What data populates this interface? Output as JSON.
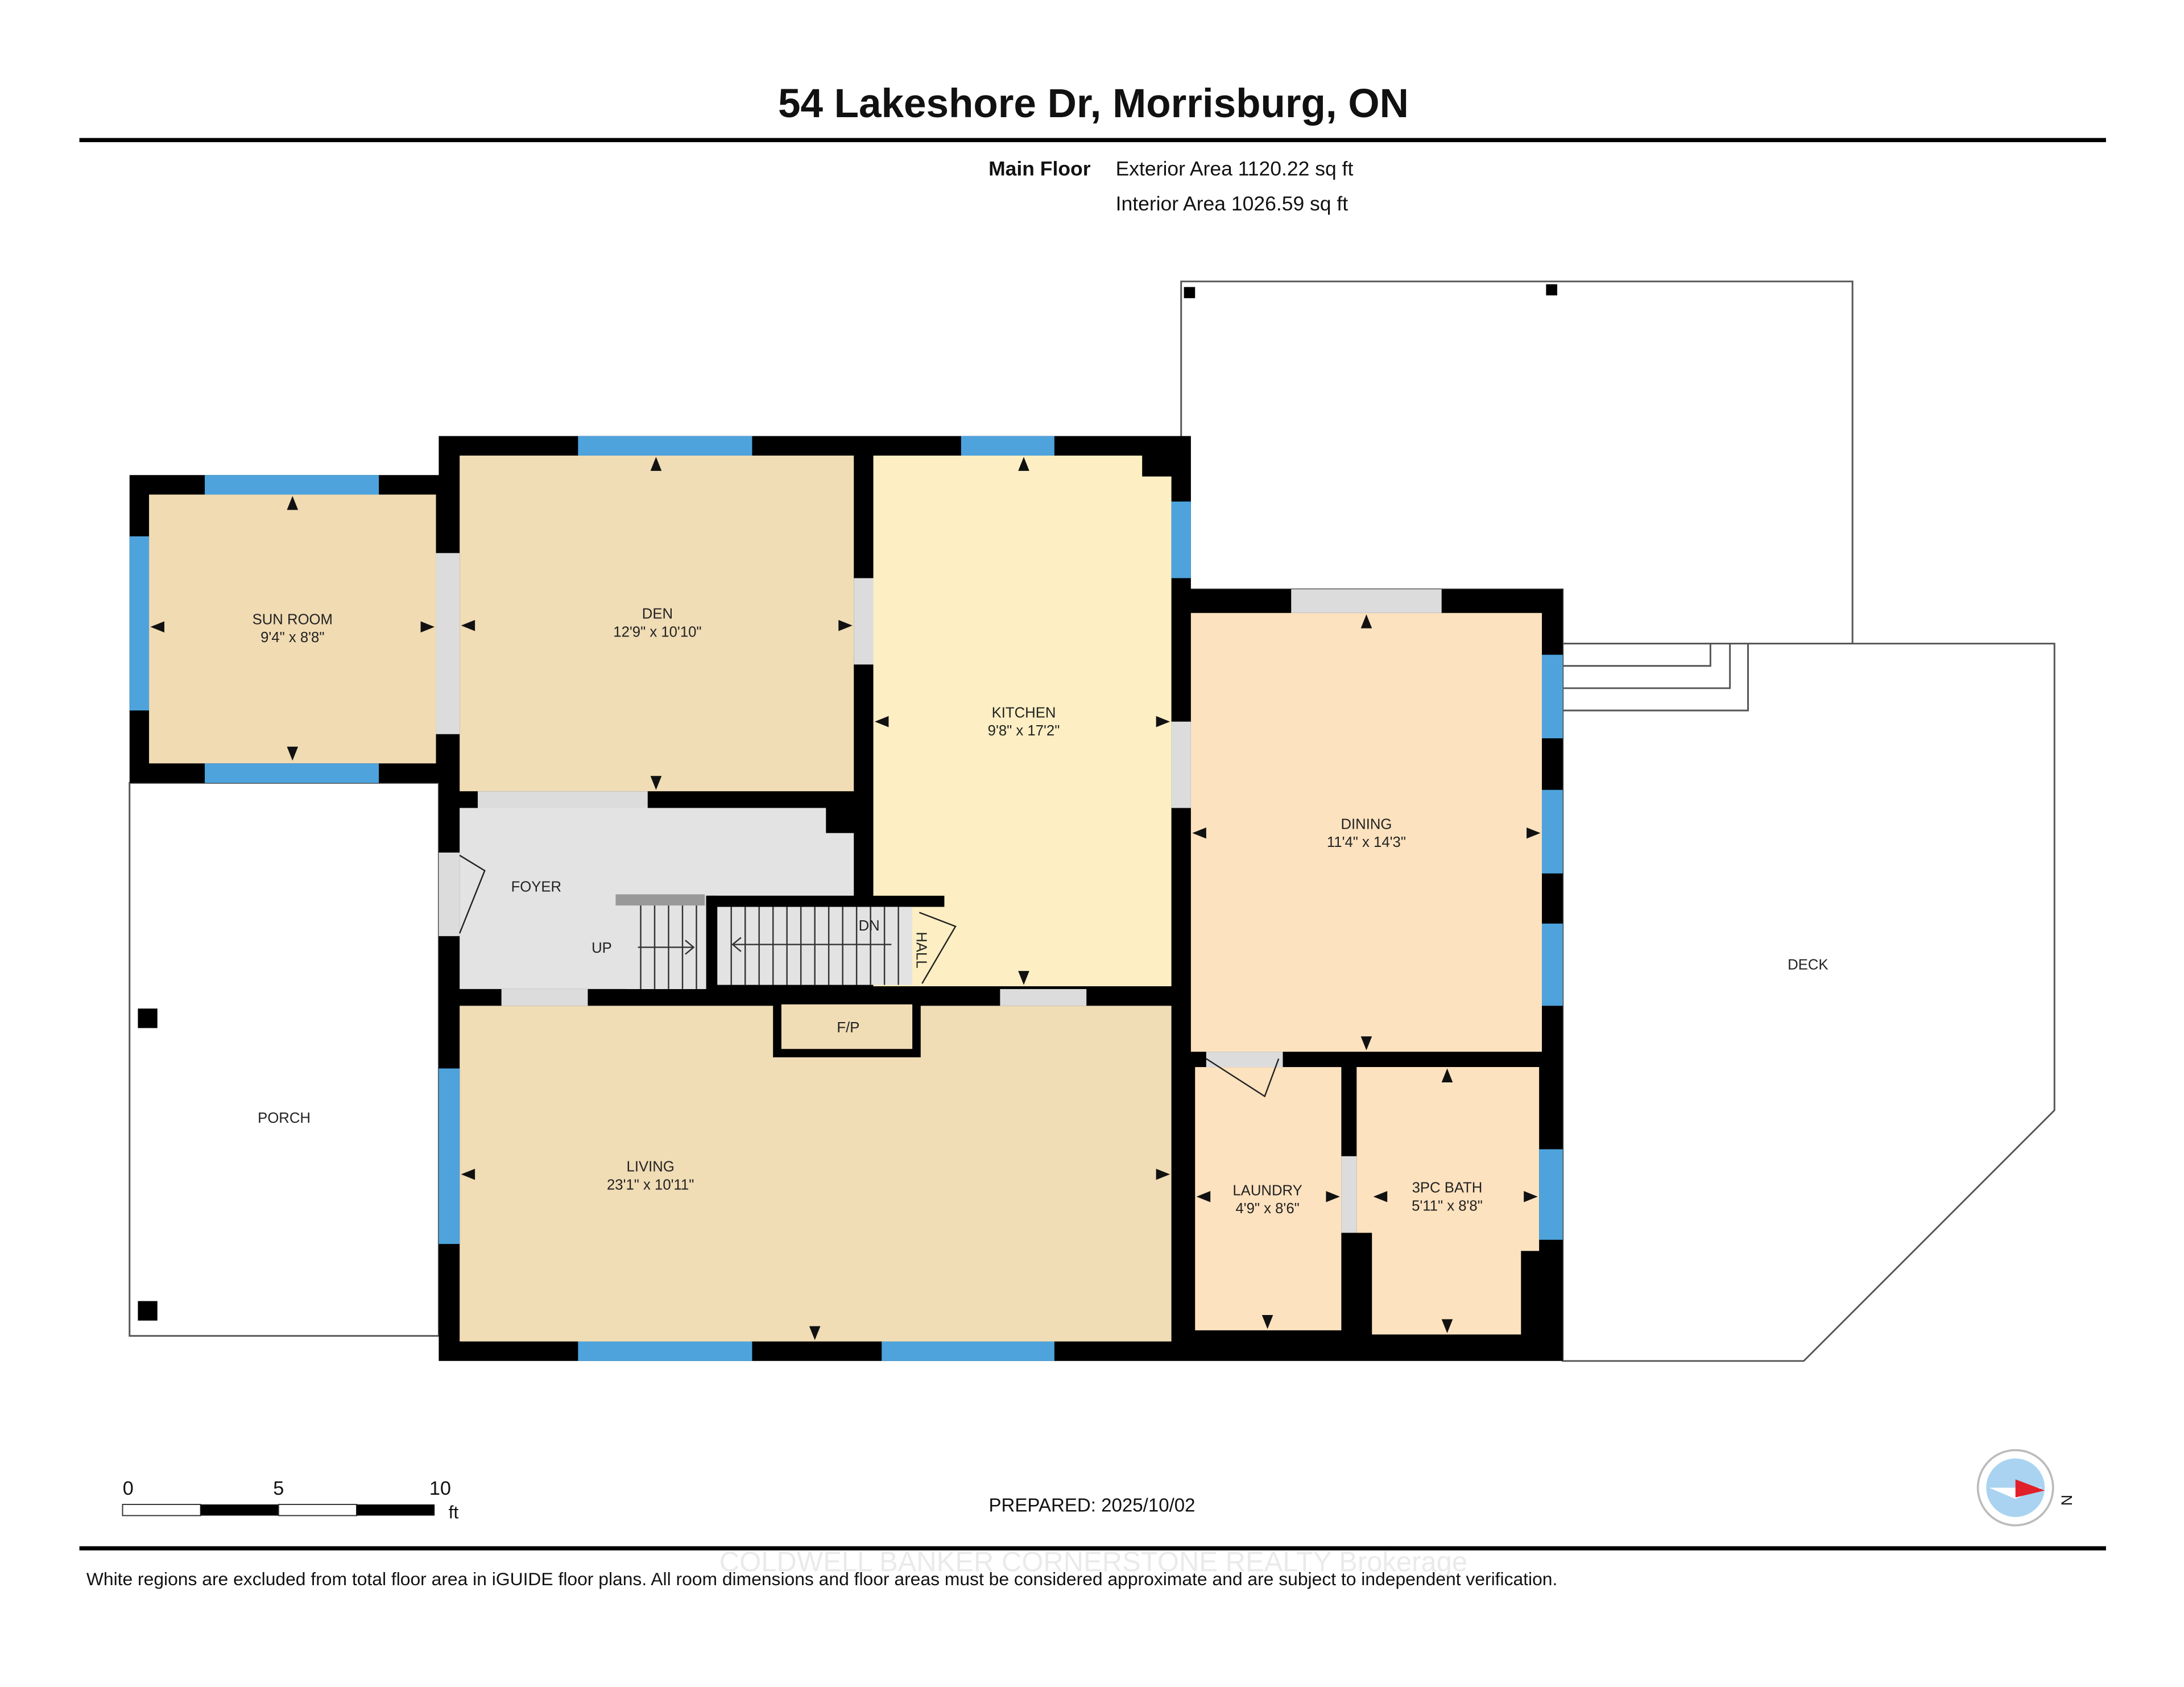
{
  "header": {
    "title": "54 Lakeshore Dr, Morrisburg, ON",
    "floor_label": "Main Floor",
    "exterior_area": "Exterior Area 1120.22 sq ft",
    "interior_area": "Interior Area 1026.59 sq ft"
  },
  "rooms": {
    "sunroom": {
      "name": "SUN ROOM",
      "dims": "9'4\" x 8'8\""
    },
    "den": {
      "name": "DEN",
      "dims": "12'9\" x 10'10\""
    },
    "kitchen": {
      "name": "KITCHEN",
      "dims": "9'8\" x 17'2\""
    },
    "dining": {
      "name": "DINING",
      "dims": "11'4\" x 14'3\""
    },
    "living": {
      "name": "LIVING",
      "dims": "23'1\" x 10'11\""
    },
    "laundry": {
      "name": "LAUNDRY",
      "dims": "4'9\" x 8'6\""
    },
    "bath": {
      "name": "3PC BATH",
      "dims": "5'11\" x 8'8\""
    },
    "foyer": {
      "name": "FOYER"
    },
    "porch": {
      "name": "PORCH"
    },
    "deck": {
      "name": "DECK"
    },
    "hall": {
      "name": "HALL"
    },
    "fireplace": {
      "name": "F/P"
    }
  },
  "stairs": {
    "up": "UP",
    "down": "DN"
  },
  "scale": {
    "ticks": [
      "0",
      "5",
      "10"
    ],
    "unit": "ft"
  },
  "prepared": "PREPARED: 2025/10/02",
  "compass": {
    "label": "N"
  },
  "watermark": "COLDWELL BANKER CORNERSTONE REALTY Brokerage",
  "disclaimer": "White regions are excluded from total floor area in iGUIDE floor plans. All room dimensions and floor areas must be considered approximate and are subject to independent verification.",
  "colors": {
    "wall": "#000000",
    "window": "#4ea3dc",
    "sunroom": "#f0dbb3",
    "den": "#f0dcb5",
    "kitchen": "#fdefc3",
    "dining": "#fde2bf",
    "living": "#f0dcb5",
    "laundry": "#fde2bf",
    "foyer": "#e3e3e3",
    "compass_red": "#e0202a"
  }
}
